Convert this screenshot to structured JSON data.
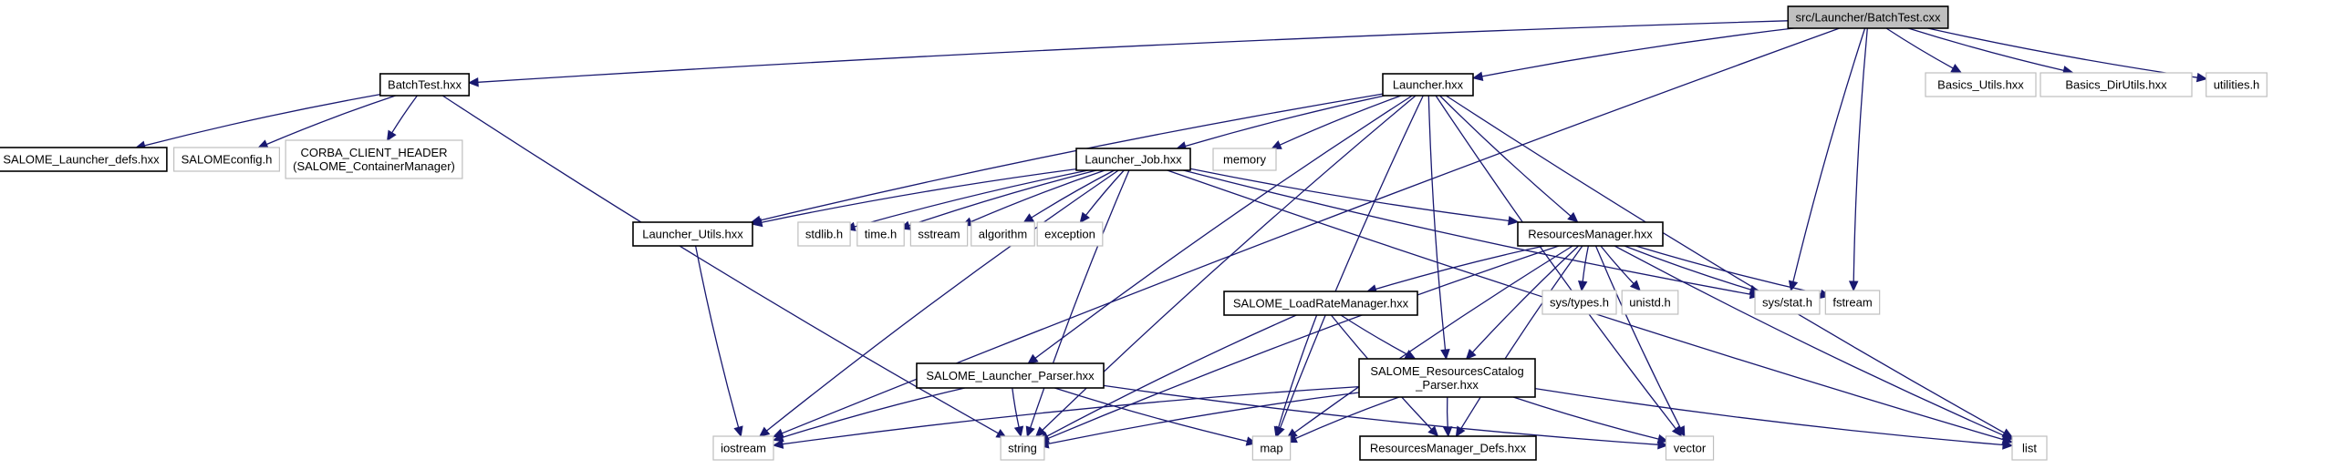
{
  "diagram": {
    "title": "src/Launcher/BatchTest.cxx",
    "edge_color": "#191970",
    "root_fill": "#bfbfbf",
    "nodes": [
      {
        "id": "root",
        "label": [
          "src/Launcher/BatchTest.cxx"
        ],
        "kind": "root"
      },
      {
        "id": "batchtest_hxx",
        "label": [
          "BatchTest.hxx"
        ],
        "kind": "internal"
      },
      {
        "id": "launcher_hxx",
        "label": [
          "Launcher.hxx"
        ],
        "kind": "internal"
      },
      {
        "id": "basics_utils",
        "label": [
          "Basics_Utils.hxx"
        ],
        "kind": "external"
      },
      {
        "id": "basics_dirutils",
        "label": [
          "Basics_DirUtils.hxx"
        ],
        "kind": "external"
      },
      {
        "id": "utilities_h",
        "label": [
          "utilities.h"
        ],
        "kind": "external"
      },
      {
        "id": "salome_launcher_defs",
        "label": [
          "SALOME_Launcher_defs.hxx"
        ],
        "kind": "internal"
      },
      {
        "id": "salomeconfig",
        "label": [
          "SALOMEconfig.h"
        ],
        "kind": "external"
      },
      {
        "id": "corba_client",
        "label": [
          "CORBA_CLIENT_HEADER",
          "(SALOME_ContainerManager)"
        ],
        "kind": "external"
      },
      {
        "id": "launcher_job",
        "label": [
          "Launcher_Job.hxx"
        ],
        "kind": "internal"
      },
      {
        "id": "memory",
        "label": [
          "memory"
        ],
        "kind": "external"
      },
      {
        "id": "launcher_utils",
        "label": [
          "Launcher_Utils.hxx"
        ],
        "kind": "internal"
      },
      {
        "id": "stdlib_h",
        "label": [
          "stdlib.h"
        ],
        "kind": "external"
      },
      {
        "id": "time_h",
        "label": [
          "time.h"
        ],
        "kind": "external"
      },
      {
        "id": "sstream",
        "label": [
          "sstream"
        ],
        "kind": "external"
      },
      {
        "id": "algorithm",
        "label": [
          "algorithm"
        ],
        "kind": "external"
      },
      {
        "id": "exception",
        "label": [
          "exception"
        ],
        "kind": "external"
      },
      {
        "id": "resources_manager",
        "label": [
          "ResourcesManager.hxx"
        ],
        "kind": "internal"
      },
      {
        "id": "sys_types",
        "label": [
          "sys/types.h"
        ],
        "kind": "external"
      },
      {
        "id": "unistd",
        "label": [
          "unistd.h"
        ],
        "kind": "external"
      },
      {
        "id": "sys_stat",
        "label": [
          "sys/stat.h"
        ],
        "kind": "external"
      },
      {
        "id": "fstream",
        "label": [
          "fstream"
        ],
        "kind": "external"
      },
      {
        "id": "loadrate",
        "label": [
          "SALOME_LoadRateManager.hxx"
        ],
        "kind": "internal"
      },
      {
        "id": "catalog_parser",
        "label": [
          "SALOME_ResourcesCatalog",
          "_Parser.hxx"
        ],
        "kind": "internal"
      },
      {
        "id": "launcher_parser",
        "label": [
          "SALOME_Launcher_Parser.hxx"
        ],
        "kind": "internal"
      },
      {
        "id": "iostream",
        "label": [
          "iostream"
        ],
        "kind": "external"
      },
      {
        "id": "string",
        "label": [
          "string"
        ],
        "kind": "external"
      },
      {
        "id": "map",
        "label": [
          "map"
        ],
        "kind": "external"
      },
      {
        "id": "rm_defs",
        "label": [
          "ResourcesManager_Defs.hxx"
        ],
        "kind": "internal"
      },
      {
        "id": "vector",
        "label": [
          "vector"
        ],
        "kind": "external"
      },
      {
        "id": "list",
        "label": [
          "list"
        ],
        "kind": "external"
      }
    ],
    "edges": [
      [
        "root",
        "batchtest_hxx"
      ],
      [
        "root",
        "launcher_hxx"
      ],
      [
        "root",
        "basics_utils"
      ],
      [
        "root",
        "basics_dirutils"
      ],
      [
        "root",
        "utilities_h"
      ],
      [
        "root",
        "iostream"
      ],
      [
        "root",
        "sys_stat"
      ],
      [
        "root",
        "fstream"
      ],
      [
        "batchtest_hxx",
        "salome_launcher_defs"
      ],
      [
        "batchtest_hxx",
        "salomeconfig"
      ],
      [
        "batchtest_hxx",
        "corba_client"
      ],
      [
        "batchtest_hxx",
        "string"
      ],
      [
        "launcher_hxx",
        "launcher_utils"
      ],
      [
        "launcher_hxx",
        "launcher_job"
      ],
      [
        "launcher_hxx",
        "memory"
      ],
      [
        "launcher_hxx",
        "resources_manager"
      ],
      [
        "launcher_hxx",
        "catalog_parser"
      ],
      [
        "launcher_hxx",
        "launcher_parser"
      ],
      [
        "launcher_hxx",
        "string"
      ],
      [
        "launcher_hxx",
        "map"
      ],
      [
        "launcher_hxx",
        "vector"
      ],
      [
        "launcher_hxx",
        "list"
      ],
      [
        "launcher_job",
        "launcher_utils"
      ],
      [
        "launcher_job",
        "stdlib_h"
      ],
      [
        "launcher_job",
        "time_h"
      ],
      [
        "launcher_job",
        "sstream"
      ],
      [
        "launcher_job",
        "algorithm"
      ],
      [
        "launcher_job",
        "exception"
      ],
      [
        "launcher_job",
        "resources_manager"
      ],
      [
        "launcher_job",
        "iostream"
      ],
      [
        "launcher_job",
        "string"
      ],
      [
        "launcher_job",
        "sys_stat"
      ],
      [
        "launcher_job",
        "list"
      ],
      [
        "launcher_utils",
        "iostream"
      ],
      [
        "resources_manager",
        "loadrate"
      ],
      [
        "resources_manager",
        "catalog_parser"
      ],
      [
        "resources_manager",
        "sys_types"
      ],
      [
        "resources_manager",
        "unistd"
      ],
      [
        "resources_manager",
        "sys_stat"
      ],
      [
        "resources_manager",
        "fstream"
      ],
      [
        "resources_manager",
        "string"
      ],
      [
        "resources_manager",
        "map"
      ],
      [
        "resources_manager",
        "rm_defs"
      ],
      [
        "resources_manager",
        "vector"
      ],
      [
        "resources_manager",
        "list"
      ],
      [
        "loadrate",
        "catalog_parser"
      ],
      [
        "loadrate",
        "string"
      ],
      [
        "loadrate",
        "map"
      ],
      [
        "loadrate",
        "rm_defs"
      ],
      [
        "catalog_parser",
        "rm_defs"
      ],
      [
        "catalog_parser",
        "iostream"
      ],
      [
        "catalog_parser",
        "string"
      ],
      [
        "catalog_parser",
        "map"
      ],
      [
        "catalog_parser",
        "vector"
      ],
      [
        "catalog_parser",
        "list"
      ],
      [
        "launcher_parser",
        "iostream"
      ],
      [
        "launcher_parser",
        "string"
      ],
      [
        "launcher_parser",
        "map"
      ],
      [
        "launcher_parser",
        "vector"
      ]
    ]
  }
}
